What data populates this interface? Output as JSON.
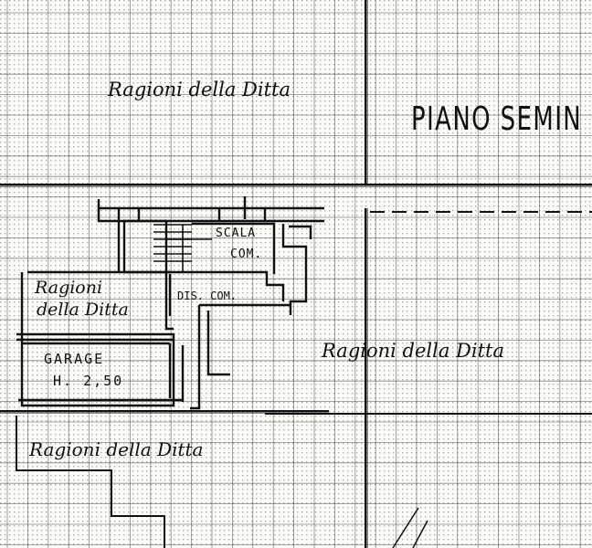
{
  "drawing": {
    "title": "PIANO SEMIN",
    "labels": {
      "top_left_area": "Ragioni della Ditta",
      "scala_line1": "SCALA",
      "scala_line2": "COM.",
      "dis_com": "DIS. COM.",
      "left_room_line1": "Ragioni",
      "left_room_line2": "della Ditta",
      "garage_line1": "GARAGE",
      "garage_line2": "H. 2,50",
      "right_area": "Ragioni della Ditta",
      "bottom_area": "Ragioni della Ditta"
    }
  }
}
